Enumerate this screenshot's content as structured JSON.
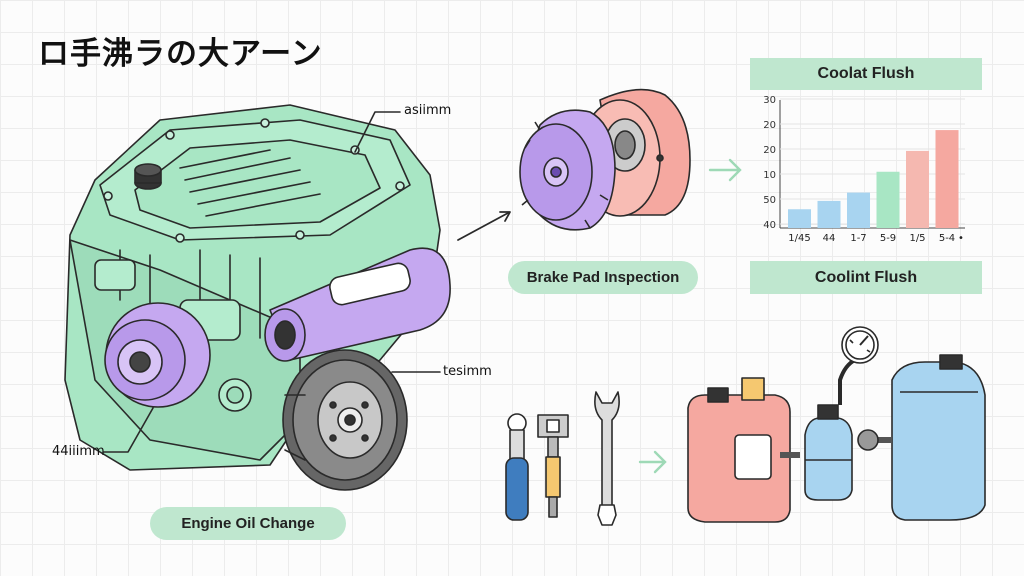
{
  "title": "ロ手沸ラの大アーン",
  "labels": {
    "engine_oil": "Engine Oil Change",
    "brake_pad": "Brake Pad Inspection",
    "coolant_top": "Coolat Flush",
    "coolant_bottom": "Coolint Flush"
  },
  "callouts": {
    "top": "asiimm",
    "right": "tesimm",
    "left": "44iiimm"
  },
  "colors": {
    "engine": "#a8e6c4",
    "purple": "#c5a8f0",
    "salmon": "#f5a8a0",
    "blue": "#a8d4f0",
    "pill_green": "#bfe7cf",
    "arrow_green": "#9ed9b6"
  },
  "chart_data": {
    "type": "bar",
    "categories": [
      "1/45",
      "44",
      "1-7",
      "5-9",
      "1/5",
      "5-4"
    ],
    "values": [
      4.5,
      6.5,
      8.5,
      13.5,
      18.5,
      23.5
    ],
    "colors": [
      "#a8d4f0",
      "#a8d4f0",
      "#a8d4f0",
      "#a8e6c4",
      "#f5b8b0",
      "#f5a8a0"
    ],
    "yticks": [
      "40",
      "50",
      "10",
      "20",
      "20",
      "30"
    ],
    "ylim": [
      0,
      30
    ],
    "title": "Coolat Flush"
  }
}
